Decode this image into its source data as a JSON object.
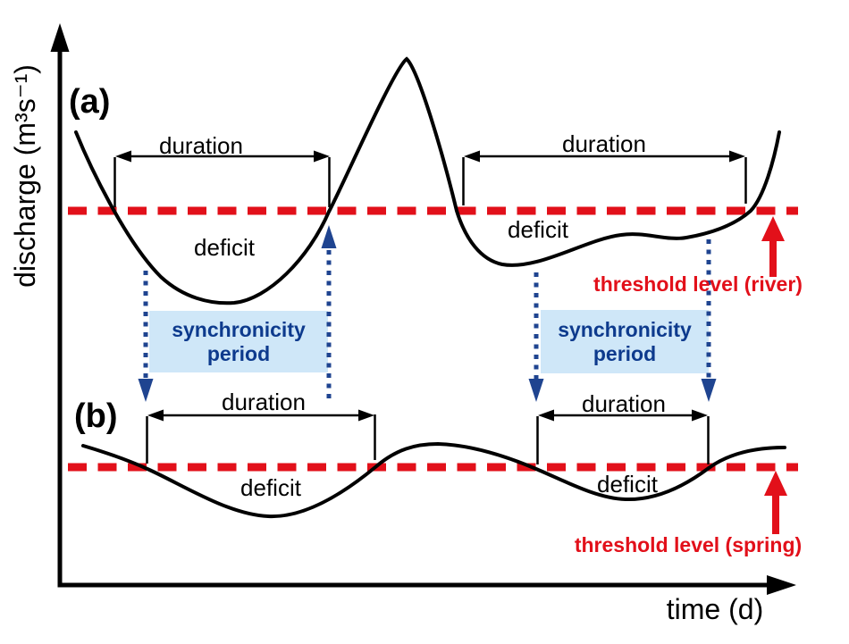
{
  "axes": {
    "y_label": "discharge (m³s⁻¹)",
    "x_label": "time (d)"
  },
  "panel_a": {
    "label": "(a)",
    "duration_labels": [
      "duration",
      "duration"
    ],
    "deficit_labels": [
      "deficit",
      "deficit"
    ],
    "threshold_label": "threshold level (river)"
  },
  "panel_b": {
    "label": "(b)",
    "duration_labels": [
      "duration",
      "duration"
    ],
    "deficit_labels": [
      "deficit",
      "deficit"
    ],
    "threshold_label": "threshold level (spring)"
  },
  "synchronicity_boxes": [
    {
      "line1": "synchronicity",
      "line2": "period"
    },
    {
      "line1": "synchronicity",
      "line2": "period"
    }
  ],
  "colors": {
    "threshold_red": "#e2101a",
    "sync_blue": "#1f4490",
    "sync_text_blue": "#0d3a8d",
    "sync_box_bg": "#cfe7f8",
    "curve_black": "#000000"
  }
}
